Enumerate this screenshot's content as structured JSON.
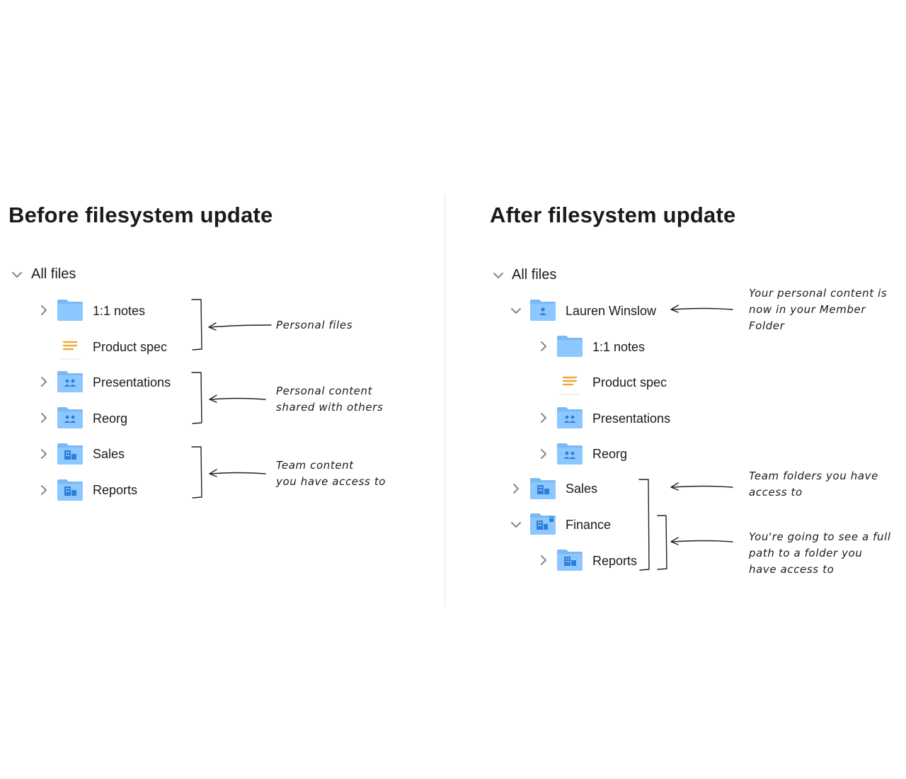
{
  "colors": {
    "folder": "#8cc8ff",
    "folder_tab": "#7ab9f5",
    "folder_glyph": "#2d7fd6",
    "doc_lines": "#f2a93b",
    "chevron": "#8a8784",
    "divider": "#e6e4e2"
  },
  "before": {
    "title": "Before filesystem update",
    "root": {
      "label": "All files",
      "icon": "chevron-down-icon"
    },
    "items": [
      {
        "label": "1:1 notes",
        "icon": "folder-icon"
      },
      {
        "label": "Product spec",
        "icon": "document-icon"
      },
      {
        "label": "Presentations",
        "icon": "shared-folder-icon"
      },
      {
        "label": "Reorg",
        "icon": "shared-folder-icon"
      },
      {
        "label": "Sales",
        "icon": "team-folder-icon"
      },
      {
        "label": "Reports",
        "icon": "team-folder-icon"
      }
    ],
    "notes": [
      {
        "text": "Personal files"
      },
      {
        "text": "Personal content\nshared with others"
      },
      {
        "text": "Team content\nyou have access to"
      }
    ]
  },
  "after": {
    "title": "After filesystem update",
    "root": {
      "label": "All files",
      "icon": "chevron-down-icon"
    },
    "items": [
      {
        "label": "Lauren Winslow",
        "icon": "member-folder-icon"
      },
      {
        "label": "1:1 notes",
        "icon": "folder-icon"
      },
      {
        "label": "Product spec",
        "icon": "document-icon"
      },
      {
        "label": "Presentations",
        "icon": "shared-folder-icon"
      },
      {
        "label": "Reorg",
        "icon": "shared-folder-icon"
      },
      {
        "label": "Sales",
        "icon": "team-folder-icon"
      },
      {
        "label": "Finance",
        "icon": "locked-team-folder-icon"
      },
      {
        "label": "Reports",
        "icon": "team-folder-icon"
      }
    ],
    "notes": [
      {
        "text": "Your personal content is\nnow in your Member\nFolder"
      },
      {
        "text": "Team folders you have\naccess to"
      },
      {
        "text": "You're going to see a full\npath to a folder you\nhave access to"
      }
    ]
  }
}
